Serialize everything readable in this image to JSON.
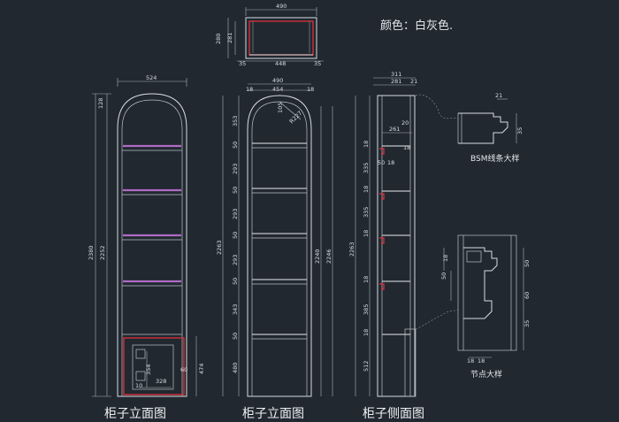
{
  "color_note": "颜色：白灰色.",
  "views": {
    "front_a": "柜子立面图",
    "front_b": "柜子立面图",
    "side": "柜子侧面图"
  },
  "details": {
    "bsm": "BSM线条大样",
    "node": "节点大样"
  },
  "dims": {
    "top_490": "490",
    "top_280": "280",
    "top_281": "281",
    "top_35a": "35",
    "top_448": "448",
    "top_35b": "35",
    "a_524": "524",
    "a_128": "128",
    "a_2380": "2380",
    "a_2252": "2252",
    "a_354": "354",
    "a_328": "328",
    "a_60": "60",
    "a_474": "474",
    "a_10": "10",
    "b_490": "490",
    "b_18a": "18",
    "b_454": "454",
    "b_18b": "18",
    "b_105": "105",
    "b_R227": "R227",
    "b_353": "353",
    "b_293a": "293",
    "b_293b": "293",
    "b_293c": "293",
    "b_343": "343",
    "b_480": "480",
    "b_50a": "50",
    "b_50b": "50",
    "b_50c": "50",
    "b_50d": "50",
    "b_50e": "50",
    "b_2263": "2263",
    "b_2240": "2240",
    "b_2246": "2246",
    "s_311": "311",
    "s_281": "281",
    "s_21a": "21",
    "s_20": "20",
    "s_261": "261",
    "s_18a": "18",
    "s_50": "50",
    "s_18b": "18",
    "s_335a": "335",
    "s_335b": "335",
    "s_385": "385",
    "s_512": "512",
    "s_2263": "2263",
    "s_18c": "18",
    "s_18d": "18",
    "s_18e": "18",
    "s_18f": "18",
    "s_18g": "18",
    "bsm_21": "21",
    "bsm_35": "35",
    "n_18": "18",
    "n_50a": "50",
    "n_50b": "50",
    "n_60": "60",
    "n_35": "35",
    "n_18b": "18",
    "n_18c": "18"
  }
}
